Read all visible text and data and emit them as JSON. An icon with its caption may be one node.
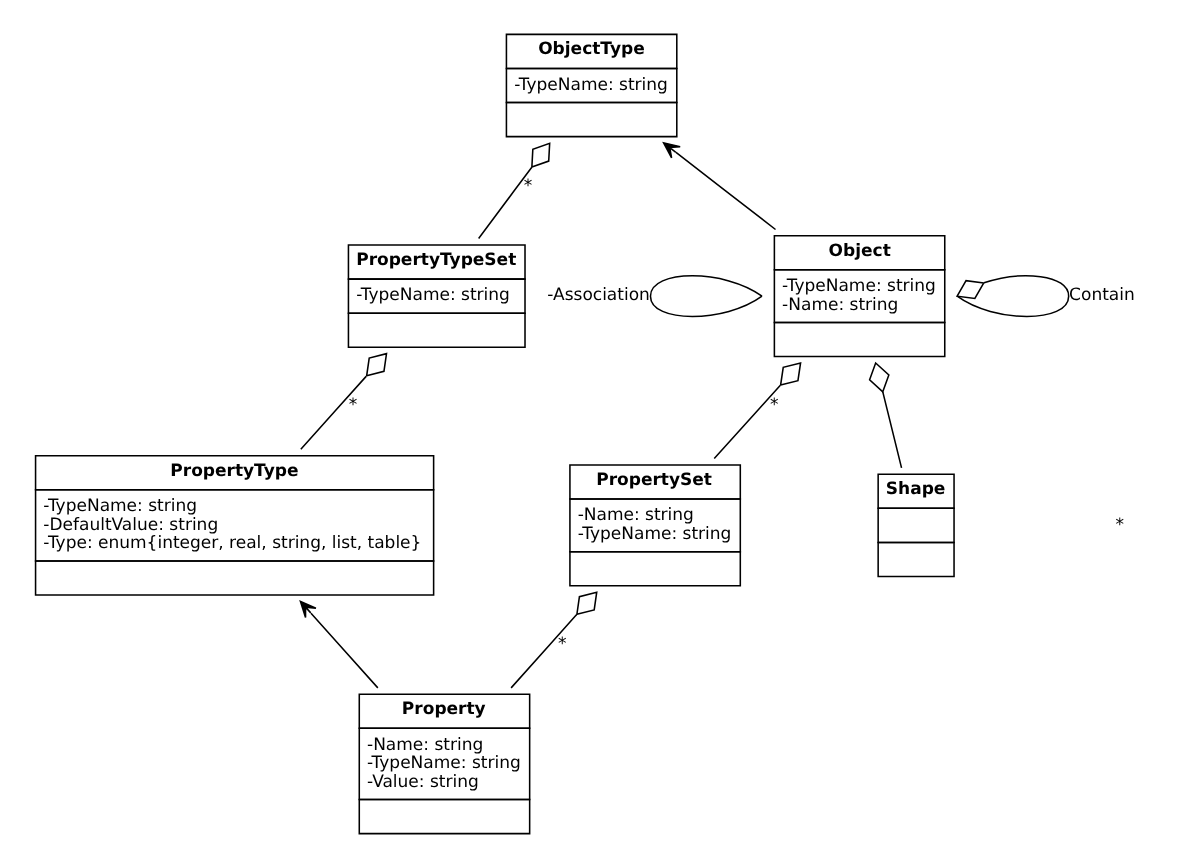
{
  "diagram": {
    "nodes": [
      {
        "text": [
          "ObjectType",
          "-TypeName: string"
        ]
      },
      {
        "text": [
          "PropertyTypeSet",
          "-TypeName: string"
        ]
      },
      {
        "text": [
          "PropertyType",
          "-TypeName: string -DefaultValue: string -Type: enum{integer, real, string, list, table}"
        ]
      },
      {
        "text": [
          "Property",
          "-Name: string -TypeName: string -Value: string"
        ]
      },
      {
        "text": [
          "Object",
          "-TypeName: string -Name: string"
        ]
      },
      {
        "text": [
          "Shape"
        ]
      },
      {
        "text": [
          "PropertySet",
          "-Name: string -TypeName: string"
        ]
      }
    ],
    "edges": [
      {
        "from": 1,
        "to": 0,
        "arrow": "other",
        "label": "*"
      },
      {
        "from": 2,
        "to": 1,
        "arrow": "other",
        "label": "*"
      },
      {
        "from": 3,
        "to": 2,
        "arrow": "to"
      },
      {
        "from": 4,
        "to": 0,
        "arrow": "to"
      },
      {
        "from": 3,
        "to": 6,
        "arrow": "other",
        "label": "*"
      },
      {
        "from": 4,
        "to": 4,
        "arrow": "other",
        "label": "Contain"
      },
      {
        "from": 4,
        "to": 4,
        "arrow": "none",
        "label": "-Association"
      },
      {
        "from": 5,
        "to": 4,
        "arrow": "other"
      },
      {
        "from": 6,
        "to": 4,
        "arrow": "other",
        "label": "*"
      }
    ],
    "labels": [
      "*"
    ]
  }
}
